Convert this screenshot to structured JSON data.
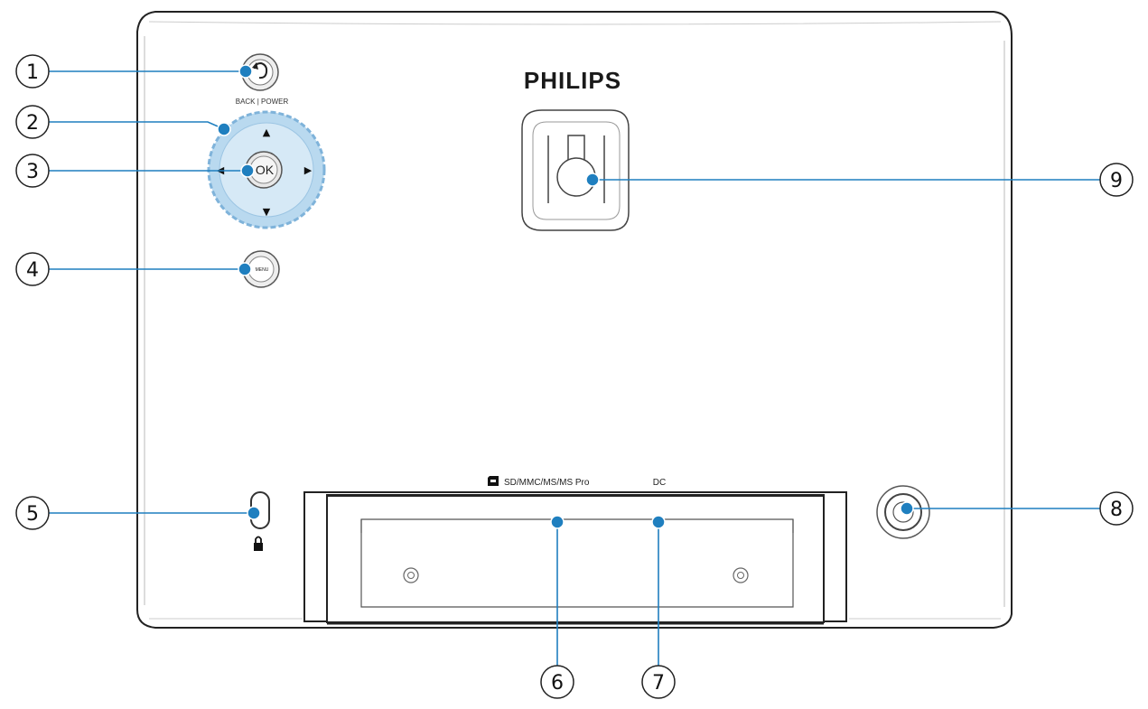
{
  "brand": "PHILIPS",
  "back_power_label": "BACK | POWER",
  "ok_label": "OK",
  "menu_label": "MENU",
  "arrows": {
    "up": "▲",
    "down": "▼",
    "left": "◀",
    "right": "▶"
  },
  "slot_label": "SD/MMC/MS/MS Pro",
  "dc_label": "DC",
  "lock_symbol": "🔒",
  "callouts": [
    {
      "number": "1"
    },
    {
      "number": "2"
    },
    {
      "number": "3"
    },
    {
      "number": "4"
    },
    {
      "number": "5"
    },
    {
      "number": "6"
    },
    {
      "number": "7"
    },
    {
      "number": "8"
    },
    {
      "number": "9"
    }
  ],
  "colors": {
    "callout_line": "#1f7fbf",
    "dot": "#1f7fbf",
    "nav_ring": "#b9d9ef"
  }
}
